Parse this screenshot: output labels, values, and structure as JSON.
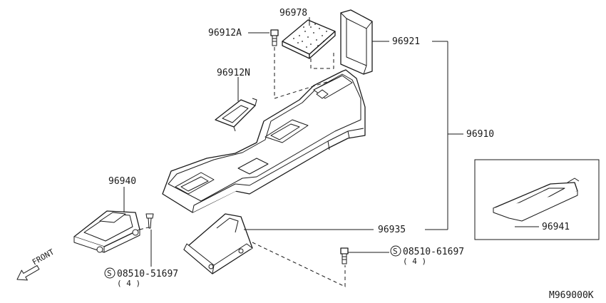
{
  "diagram_id": "M969000K",
  "front_label": "FRONT",
  "parts": {
    "p96978": "96978",
    "p96912A": "96912A",
    "p96921": "96921",
    "p96912N": "96912N",
    "p96910": "96910",
    "p96940": "96940",
    "p96935": "96935",
    "p96941": "96941"
  },
  "screws": [
    {
      "circle": "S",
      "code": "08510-51697",
      "qty": "( 4 )"
    },
    {
      "circle": "S",
      "code": "08510-61697",
      "qty": "( 4 )"
    }
  ],
  "colors": {
    "line": "#1a1a1a",
    "background": "#ffffff"
  }
}
